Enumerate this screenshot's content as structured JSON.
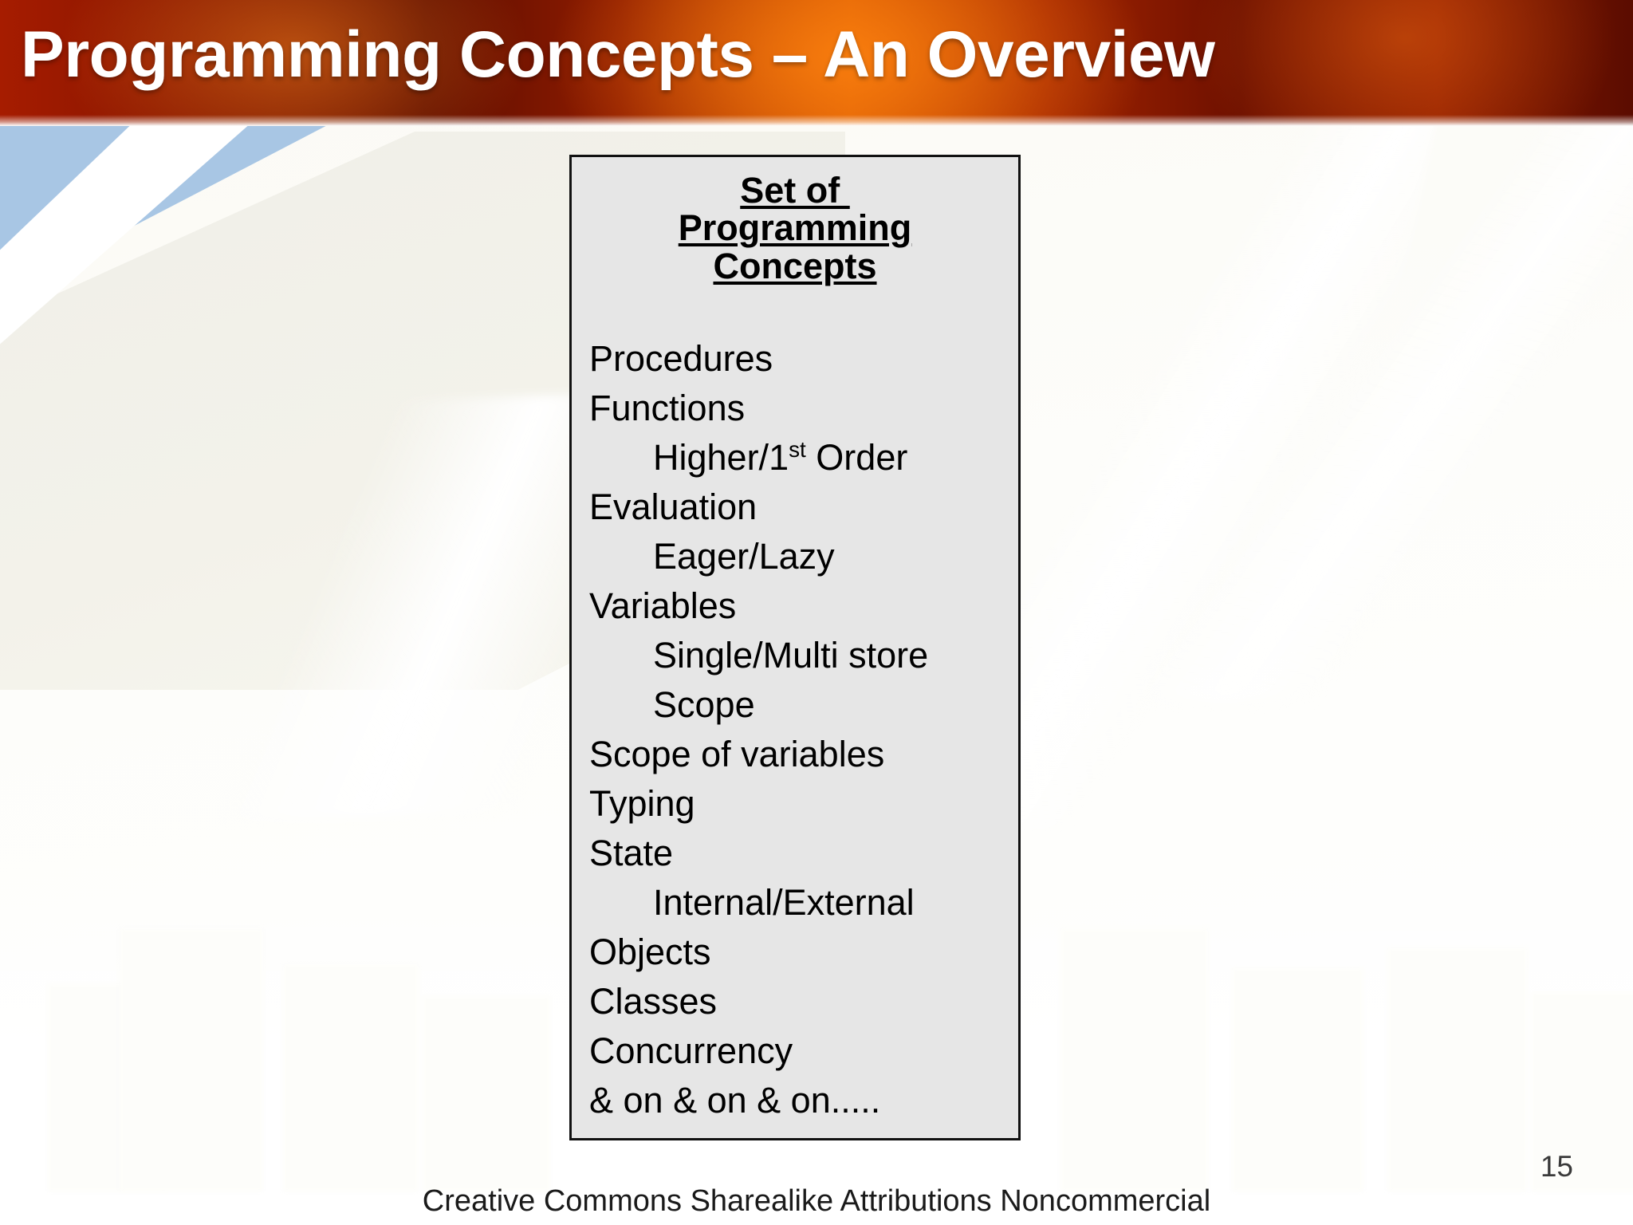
{
  "slide": {
    "title": "Programming Concepts – An Overview",
    "page_number": "15",
    "footer_credit": "Creative Commons Sharealike Attributions Noncommercial"
  },
  "concepts_box": {
    "heading_lines": [
      "Set of ",
      "Programming",
      "Concepts"
    ],
    "items": [
      {
        "text": "Procedures",
        "indent": false
      },
      {
        "text": "Functions",
        "indent": false
      },
      {
        "text": "Higher/1st Order",
        "indent": true,
        "superscript": "st",
        "base": "Higher/1",
        "tail": " Order"
      },
      {
        "text": "Evaluation",
        "indent": false
      },
      {
        "text": "Eager/Lazy",
        "indent": true
      },
      {
        "text": "Variables",
        "indent": false
      },
      {
        "text": "Single/Multi store",
        "indent": true
      },
      {
        "text": "Scope",
        "indent": true
      },
      {
        "text": "Scope of variables",
        "indent": false
      },
      {
        "text": "Typing",
        "indent": false
      },
      {
        "text": "State",
        "indent": false
      },
      {
        "text": "Internal/External",
        "indent": true
      },
      {
        "text": "Objects",
        "indent": false
      },
      {
        "text": "Classes",
        "indent": false
      },
      {
        "text": "Concurrency",
        "indent": false
      },
      {
        "text": "& on & on & on.....",
        "indent": false
      }
    ]
  },
  "colors": {
    "banner_dark_red": "#5e0d00",
    "banner_orange": "#d35400",
    "banner_red": "#a61c00",
    "title_text": "#ffffff",
    "box_fill": "#e6e6e6",
    "box_border": "#111111",
    "body_text": "#000000",
    "sky_blue": "#a8c6e4",
    "slab_beige": "#f0efe8"
  }
}
